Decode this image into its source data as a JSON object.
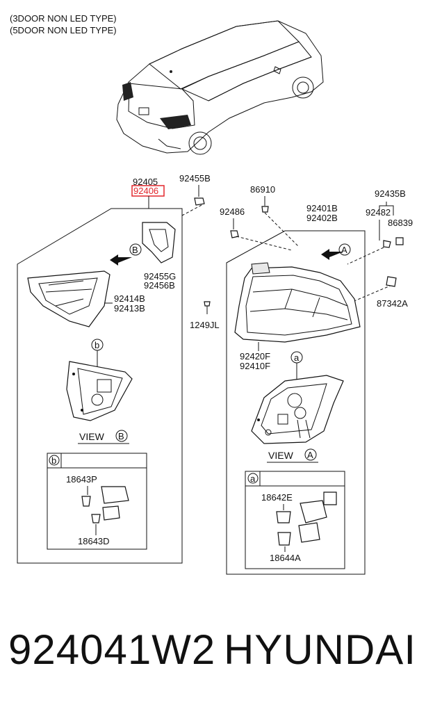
{
  "header": {
    "line1": "(3DOOR NON LED TYPE)",
    "line2": "(5DOOR NON LED TYPE)"
  },
  "labels": {
    "p92405": "92405",
    "p92406": "92406",
    "p92455B": "92455B",
    "p86910": "86910",
    "p92435B": "92435B",
    "p92486": "92486",
    "p92401B": "92401B",
    "p92402B": "92402B",
    "p92482": "92482",
    "p86839": "86839",
    "p92455G": "92455G",
    "p92456B": "92456B",
    "p87342A": "87342A",
    "p92414B": "92414B",
    "p92413B": "92413B",
    "p1249JL": "1249JL",
    "p92420F": "92420F",
    "p92410F": "92410F",
    "p18643P": "18643P",
    "p18643D": "18643D",
    "p18642E": "18642E",
    "p18644A": "18644A"
  },
  "markers": {
    "a": "a",
    "b": "b",
    "A": "A",
    "B": "B"
  },
  "views": {
    "view_word": "VIEW"
  },
  "highlight_color": "#e2262b",
  "footer": {
    "part_number": "924041W2",
    "brand": "HYUNDAI"
  }
}
